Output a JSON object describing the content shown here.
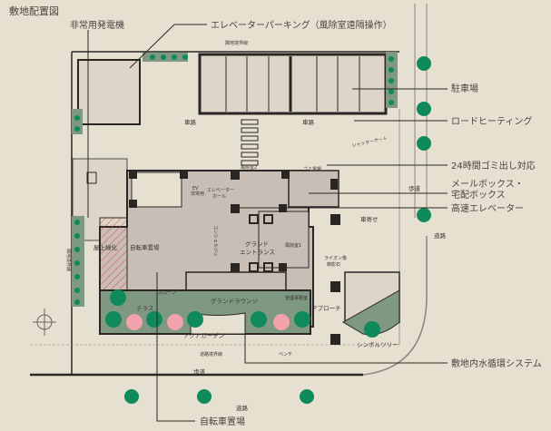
{
  "title": "敷地配置図",
  "callouts": {
    "generator": "非常用発電機",
    "elevator_parking": "エレベーターパーキング（風除室遠隔操作）",
    "parking": "駐車場",
    "road_heating": "ロードヒーティング",
    "garbage": "24時間ゴミ出し対応",
    "mailbox_1": "メールボックス・",
    "mailbox_2": "宅配ボックス",
    "high_speed_elevator": "高速エレベーター",
    "water_cycle": "敷地内水循環システム",
    "bicycle_parking": "自転車置場"
  },
  "labels": {
    "driveway_1": "車路",
    "driveway_2": "車路",
    "shutter_gate": "シャッターゲート",
    "windbreak_2": "風除室2",
    "garbage_room": "ゴミ置場",
    "sidewalk_east": "歩道",
    "drop_off": "車寄せ",
    "road_east": "道路",
    "lion_1": "ライオン像",
    "lion_2": "御影石",
    "ev": "EV",
    "ev_emergency": "非常用",
    "ev_hall_1": "エレベーター",
    "ev_hall_2": "ホール",
    "concierge": "コンシェルジュ",
    "entrance_1": "グランド",
    "entrance_2": "エントランス",
    "windbreak_1": "風除室1",
    "bike_room": "自転車置場",
    "rooftop_green": "屋上緑化",
    "slope": "スロープ",
    "lounge": "グランドラウンジ",
    "office": "管理事務室",
    "terrace": "テラス",
    "aqua_garden": "アクアガーデン",
    "approach": "アプローチ",
    "symbol_tree": "シンボルツリー",
    "sidewalk_south": "歩道",
    "road_south": "道路",
    "bench": "ベンチ",
    "boundary_road": "道路境界線",
    "boundary_top": "隣地境界線",
    "boundary_left": "隣地境界線"
  },
  "colors": {
    "background": "#e6e0d1",
    "building": "#c8beb6",
    "wall": "#2a2624",
    "tree": "#0f8a5a",
    "planting": "#7e9882",
    "blossom": "#f2a2aa",
    "hatch": "#e04848"
  }
}
